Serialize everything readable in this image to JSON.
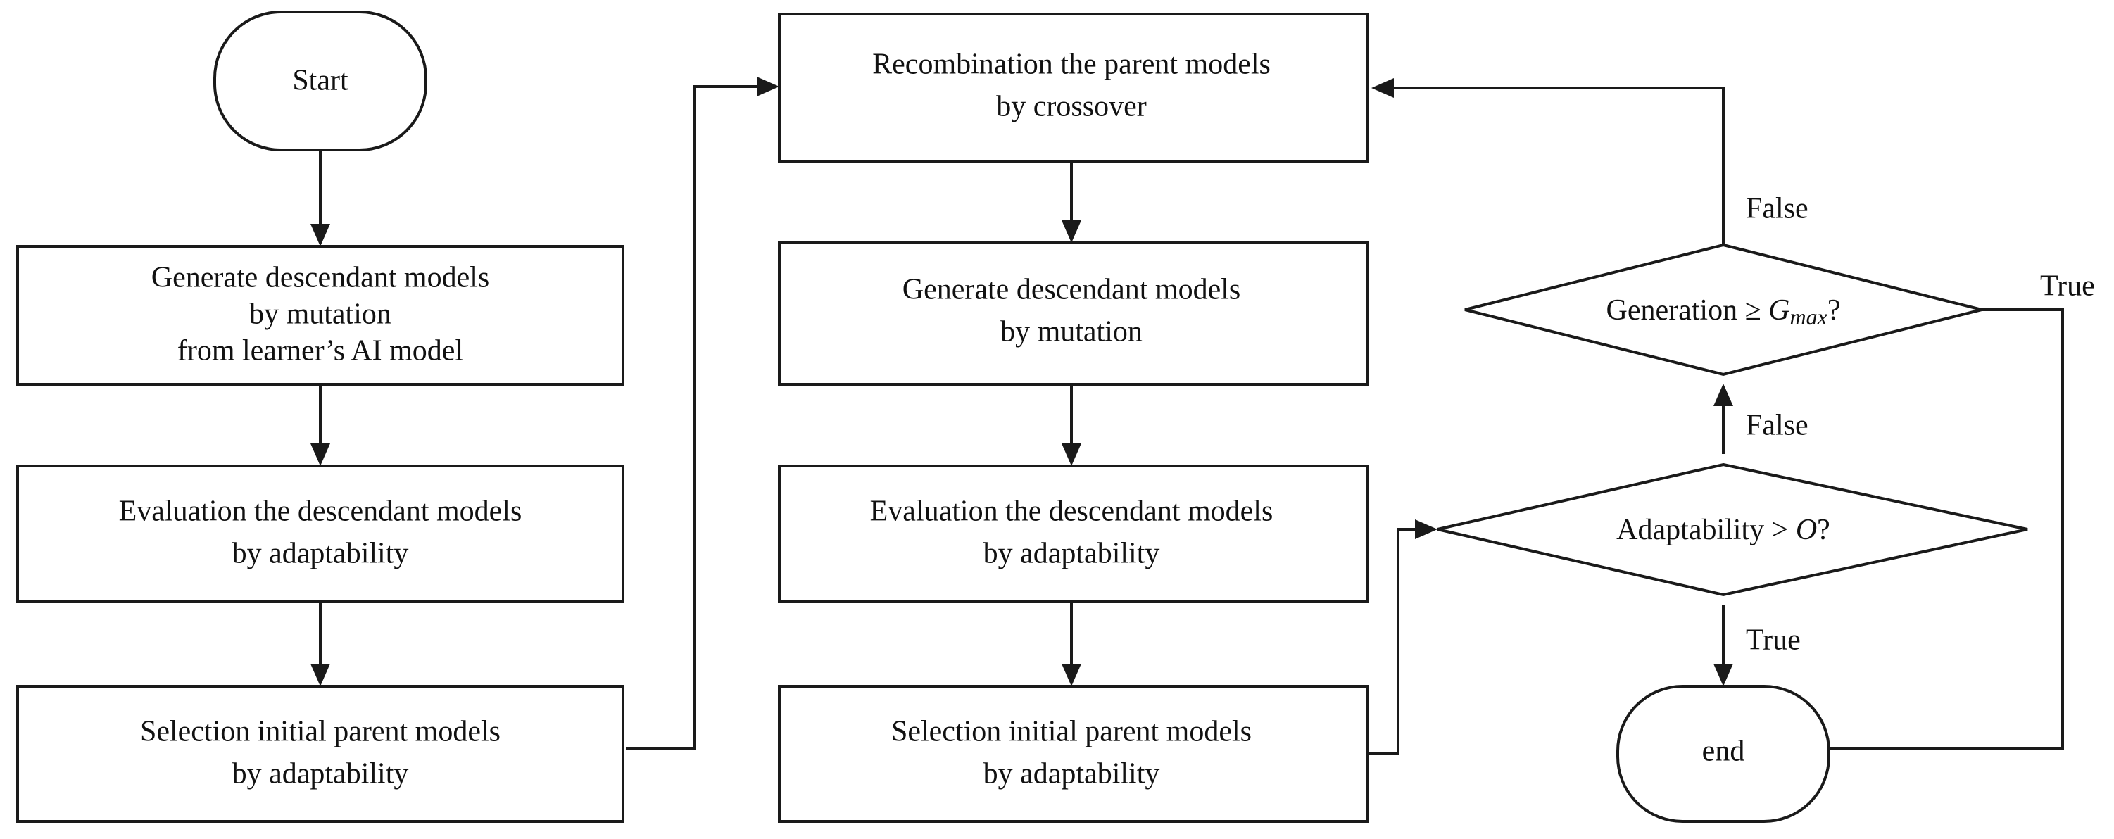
{
  "diagram": {
    "title": "Evolutionary algorithm flowchart for AI model generation",
    "type": "flowchart",
    "background_color": "#ffffff",
    "line_color": "#1a1a1a",
    "text_color": "#111111"
  },
  "nodes": {
    "start": {
      "shape": "terminator",
      "label": "Start"
    },
    "left_generate": {
      "shape": "process",
      "line1": "Generate descendant models",
      "line2": "by mutation",
      "line3": "from learner’s AI model"
    },
    "left_evaluation": {
      "shape": "process",
      "line1": "Evaluation the descendant models",
      "line2": "by adaptability"
    },
    "left_selection": {
      "shape": "process",
      "line1": "Selection initial parent models",
      "line2": "by adaptability"
    },
    "mid_recombination": {
      "shape": "process",
      "line1": "Recombination the parent models",
      "line2": "by crossover"
    },
    "mid_generate": {
      "shape": "process",
      "line1": "Generate descendant models",
      "line2": "by mutation"
    },
    "mid_evaluation": {
      "shape": "process",
      "line1": "Evaluation the descendant models",
      "line2": "by adaptability"
    },
    "mid_selection": {
      "shape": "process",
      "line1": "Selection initial parent models",
      "line2": "by adaptability"
    },
    "decision_generation": {
      "shape": "decision",
      "text_prefix": "Generation ≥ ",
      "var_main": "G",
      "var_sub": "max",
      "text_suffix": "?"
    },
    "decision_adaptability": {
      "shape": "decision",
      "text_prefix": "Adaptability > ",
      "var_main": "O",
      "text_suffix": "?"
    },
    "end": {
      "shape": "terminator",
      "label": "end"
    }
  },
  "edge_labels": {
    "generation_false": "False",
    "generation_true": "True",
    "adaptability_false": "False",
    "adaptability_true": "True"
  },
  "flow": {
    "edges": [
      {
        "from": "start",
        "to": "left_generate",
        "label": ""
      },
      {
        "from": "left_generate",
        "to": "left_evaluation",
        "label": ""
      },
      {
        "from": "left_evaluation",
        "to": "left_selection",
        "label": ""
      },
      {
        "from": "left_selection",
        "to": "mid_recombination",
        "label": ""
      },
      {
        "from": "mid_recombination",
        "to": "mid_generate",
        "label": ""
      },
      {
        "from": "mid_generate",
        "to": "mid_evaluation",
        "label": ""
      },
      {
        "from": "mid_evaluation",
        "to": "mid_selection",
        "label": ""
      },
      {
        "from": "mid_selection",
        "to": "decision_adaptability",
        "label": ""
      },
      {
        "from": "decision_adaptability",
        "to": "decision_generation",
        "label": "False"
      },
      {
        "from": "decision_adaptability",
        "to": "end",
        "label": "True"
      },
      {
        "from": "decision_generation",
        "to": "mid_recombination",
        "label": "False"
      },
      {
        "from": "decision_generation",
        "to": "end",
        "label": "True"
      }
    ]
  }
}
